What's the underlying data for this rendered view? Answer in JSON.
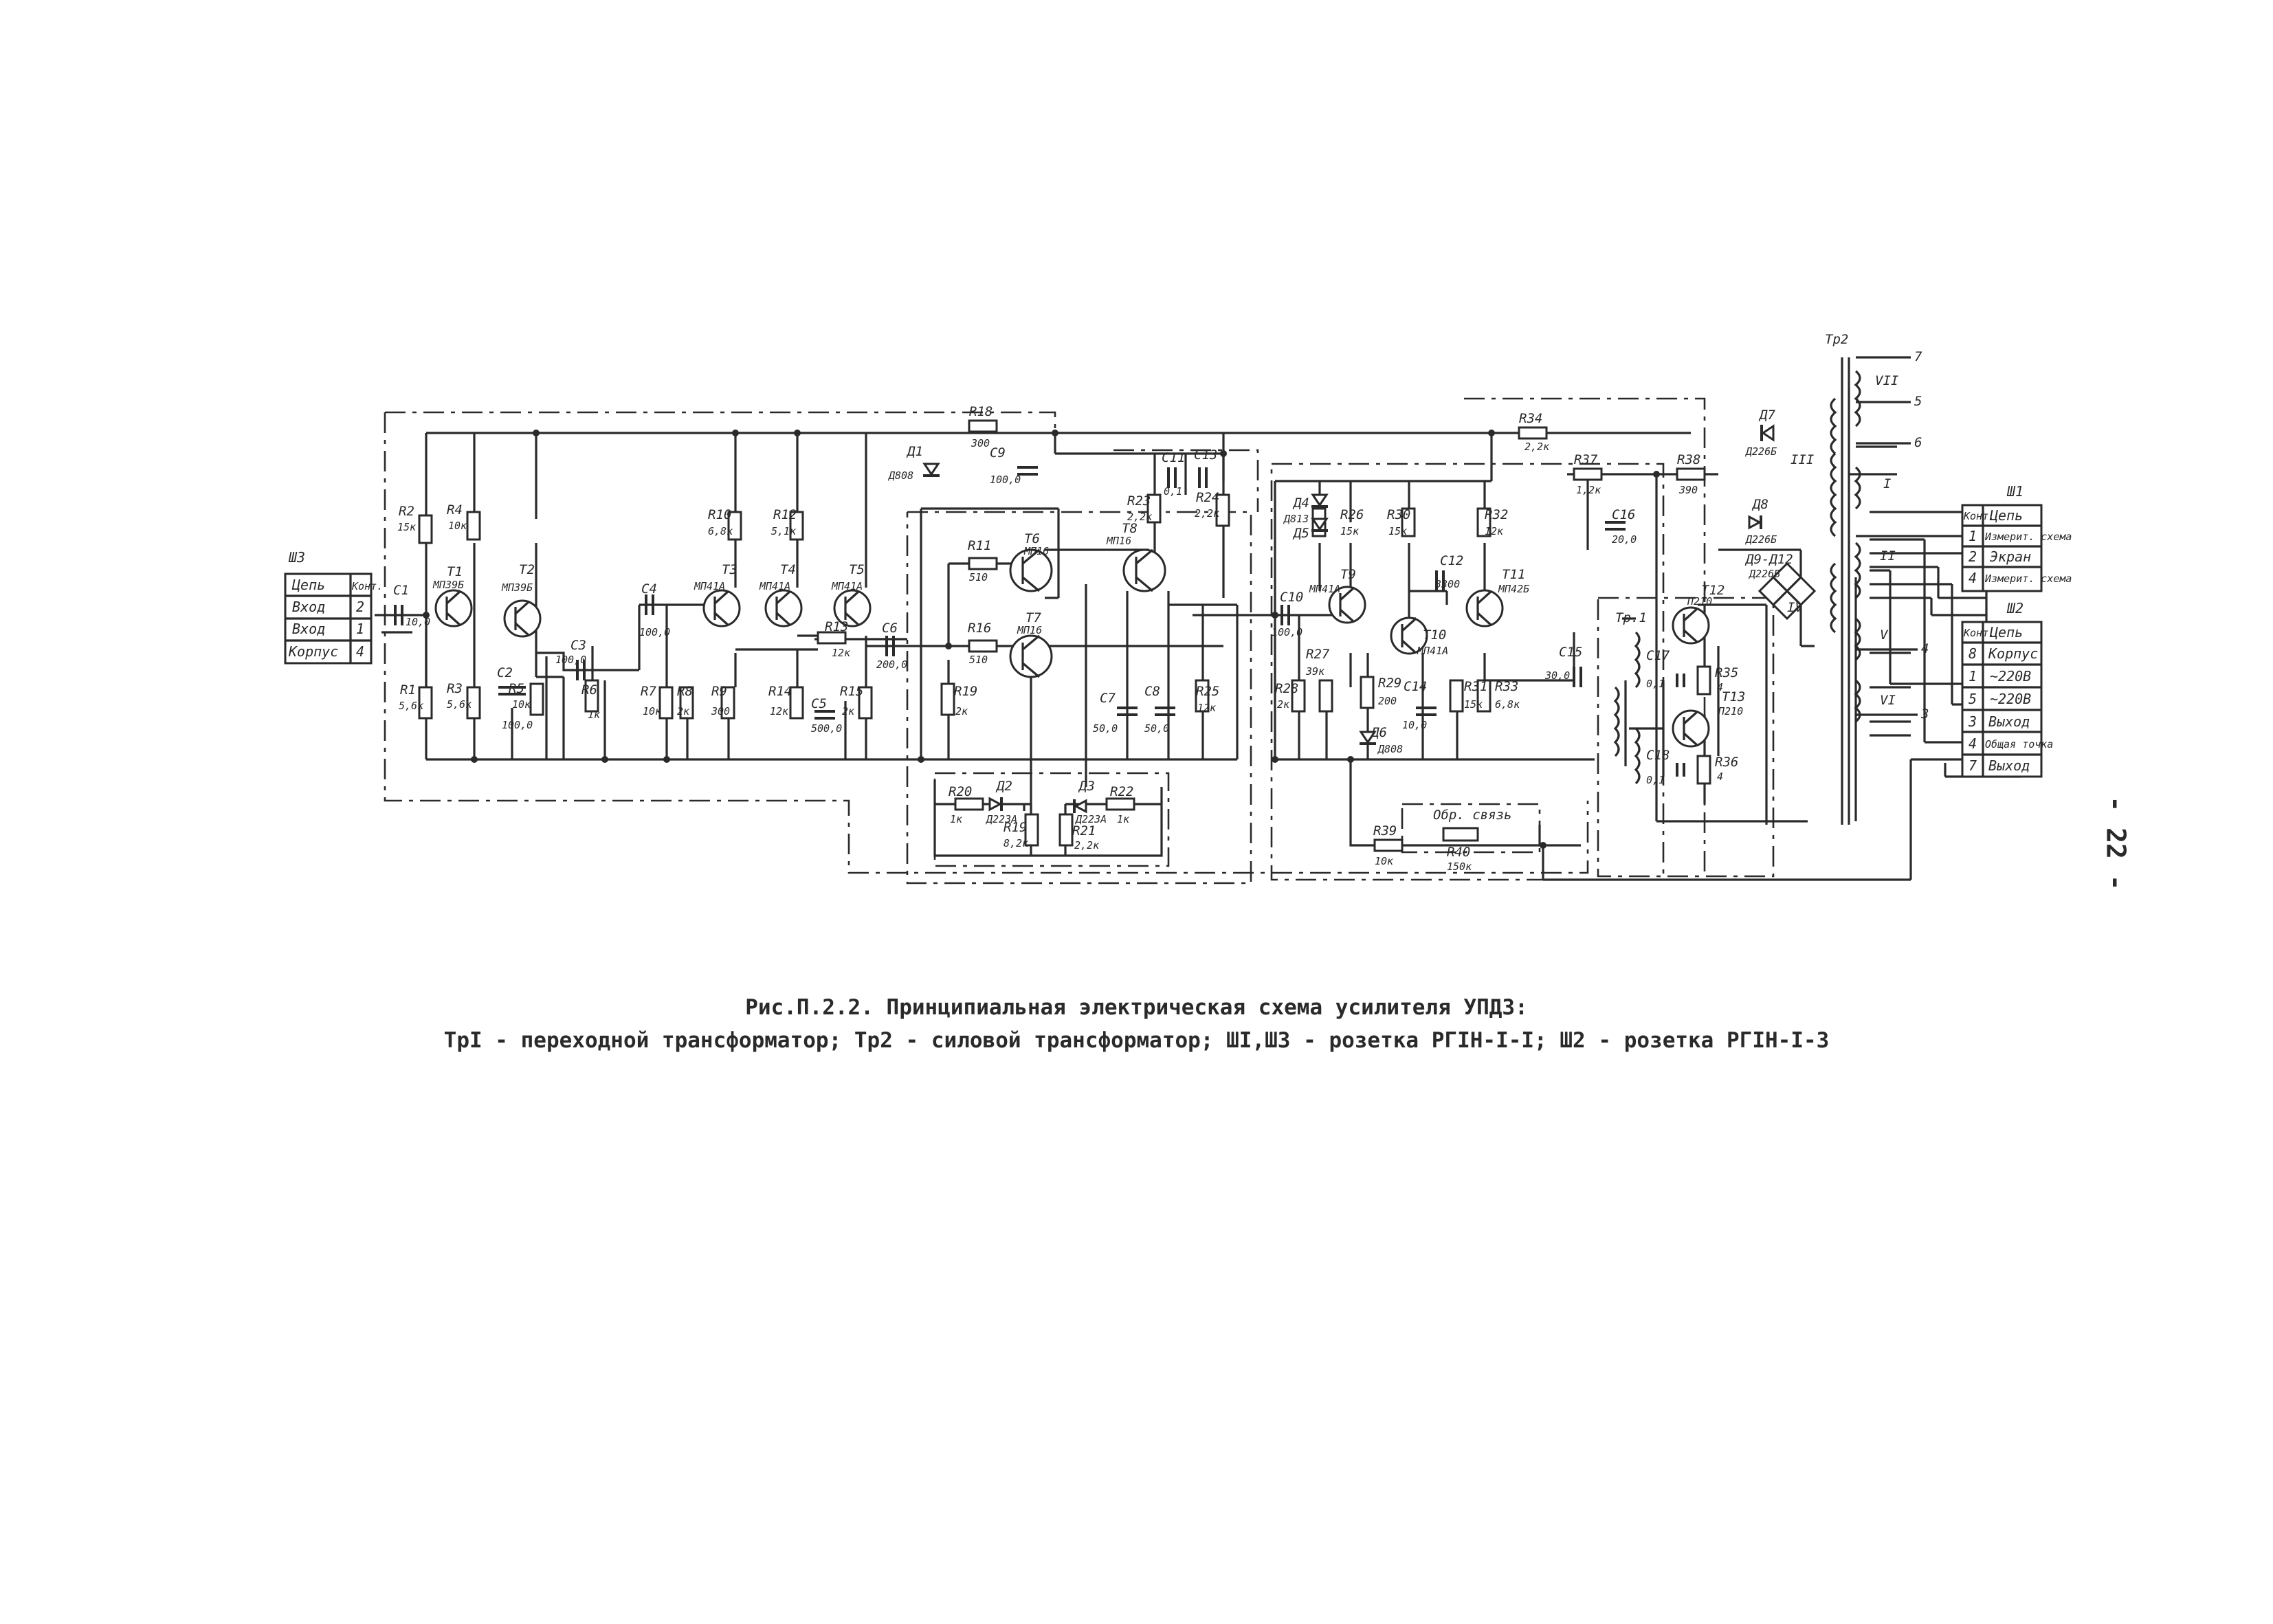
{
  "caption": {
    "line1": "Рис.П.2.2. Принципиальная электрическая схема усилителя УПДЗ:",
    "line2": "ТрI - переходной трансформатор; Тр2 - силовой трансформатор; ШI,ШЗ - розетка РГIН-I-I; Ш2 - розетка РГIН-I-3"
  },
  "page_number": "- 22 -",
  "connectors": {
    "sh3": {
      "title": "ШЗ",
      "header": [
        "Цепь",
        "Конт."
      ],
      "rows": [
        [
          "Вход",
          "2"
        ],
        [
          "Вход",
          "1"
        ],
        [
          "Корпус",
          "4"
        ]
      ]
    },
    "sh1": {
      "title": "Ш1",
      "header": [
        "Конт.",
        "Цепь"
      ],
      "rows": [
        [
          "1",
          "Измерит. схема"
        ],
        [
          "2",
          "Экран"
        ],
        [
          "4",
          "Измерит. схема"
        ]
      ]
    },
    "sh2": {
      "title": "Ш2",
      "header": [
        "Конт.",
        "Цепь"
      ],
      "rows": [
        [
          "8",
          "Корпус"
        ],
        [
          "1",
          "~220В"
        ],
        [
          "5",
          "~220В"
        ],
        [
          "3",
          "Выход"
        ],
        [
          "4",
          "Общая точка"
        ],
        [
          "7",
          "Выход"
        ]
      ]
    }
  },
  "labels": {
    "c1": "С1",
    "c1v": "10,0",
    "r1": "R1",
    "r1v": "5,6к",
    "r2": "R2",
    "r2v": "15к",
    "r3": "R3",
    "r3v": "5,6к",
    "r4": "R4",
    "r4v": "10к",
    "r5": "R5",
    "r5v": "10к",
    "c2": "С2",
    "c2v": "100,0",
    "t1": "Т1",
    "t1t": "МП39Б",
    "t2": "Т2",
    "t2t": "МП39Б",
    "c3": "С3",
    "c3v": "100,0",
    "r6": "R6",
    "r6v": "1к",
    "c4": "С4",
    "c4v": "100,0",
    "r7": "R7",
    "r7v": "10к",
    "r8": "R8",
    "r8v": "2к",
    "r9": "R9",
    "r9v": "300",
    "r10": "R10",
    "r10v": "6,8к",
    "r12": "R12",
    "r12v": "5,1к",
    "t3": "Т3",
    "t3t": "МП41А",
    "t4": "Т4",
    "t4t": "МП41А",
    "t5": "Т5",
    "t5t": "МП41А",
    "r13": "R13",
    "r13v": "12к",
    "r14": "R14",
    "r14v": "12к",
    "c5": "С5",
    "c5v": "500,0",
    "r15": "R15",
    "r15v": "2к",
    "c6": "С6",
    "c6v": "200,0",
    "r18": "R18",
    "r18v": "300",
    "c9": "С9",
    "c9v": "100,0",
    "d1": "Д1",
    "d1t": "Д808",
    "r11": "R11",
    "r11v": "510",
    "r16": "R16",
    "r16v": "510",
    "r19": "R19",
    "r19v": "2к",
    "t6": "Т6",
    "t6t": "МП16",
    "t7": "Т7",
    "t7t": "МП16",
    "t8": "Т8",
    "t8t": "МП16",
    "r20": "R20",
    "r20v": "1к",
    "d2": "Д2",
    "d2t": "Д223А",
    "r19b": "R19",
    "r19bv": "8,2к",
    "d3": "Д3",
    "d3t": "Д223А",
    "r21": "R21",
    "r21v": "2,2к",
    "r22": "R22",
    "r22v": "1к",
    "r23": "R23",
    "r23v": "2,2к",
    "c7": "С7",
    "c7v": "50,0",
    "c8": "С8",
    "c8v": "50,0",
    "c11": "С11",
    "c11v": "0,1",
    "c13": "С13",
    "r24": "R24",
    "r24v": "2,2к",
    "r25": "R25",
    "r25v": "12к",
    "c10": "С10",
    "c10v": "100,0",
    "d4": "Д4",
    "d4t": "Д813",
    "d5": "Д5",
    "r26": "R26",
    "r26v": "15к",
    "r30": "R30",
    "r30v": "15к",
    "r32": "R32",
    "r32v": "12к",
    "c12": "С12",
    "c12v": "3300",
    "t9": "Т9",
    "t9t": "МП41А",
    "t10": "Т10",
    "t10t": "МП41А",
    "t11": "Т11",
    "t11t": "МП42Б",
    "r27": "R27",
    "r27v": "39к",
    "r28": "R28",
    "r28v": "2к",
    "r29": "R29",
    "r29v": "200",
    "d6": "Д6",
    "d6t": "Д808",
    "c14": "С14",
    "c14v": "10,0",
    "r31": "R31",
    "r31v": "15к",
    "r33": "R33",
    "r33v": "6,8к",
    "c15": "С15",
    "c15v": "30,0",
    "r34": "R34",
    "r34v": "2,2к",
    "r37": "R37",
    "r37v": "1,2к",
    "c16": "С16",
    "c16v": "20,0",
    "r38": "R38",
    "r38v": "390",
    "r39": "R39",
    "r39v": "10к",
    "obr": "Обр. связь",
    "r40": "R40",
    "r40v": "150к",
    "tr1": "Тр.1",
    "t12": "Т12",
    "t12t": "П210",
    "t13": "Т13",
    "t13t": "П210",
    "c17": "С17",
    "c17v": "0,1",
    "c18": "С18",
    "c18v": "0,1",
    "r35": "R35",
    "r35v": "4",
    "r36": "R36",
    "r36v": "4",
    "d7": "Д7",
    "d7t": "Д226Б",
    "d8": "Д8",
    "d8t": "Д226Б",
    "d9": "Д9-Д12",
    "d9t": "Д226Б",
    "tr2": "Тр2",
    "w1": "I",
    "w2": "II",
    "w3": "III",
    "w4": "IV",
    "w5": "V",
    "w6": "VI",
    "w7": "VII",
    "n7": "7",
    "n5": "5",
    "n6": "6",
    "n4": "4",
    "n3": "3"
  }
}
